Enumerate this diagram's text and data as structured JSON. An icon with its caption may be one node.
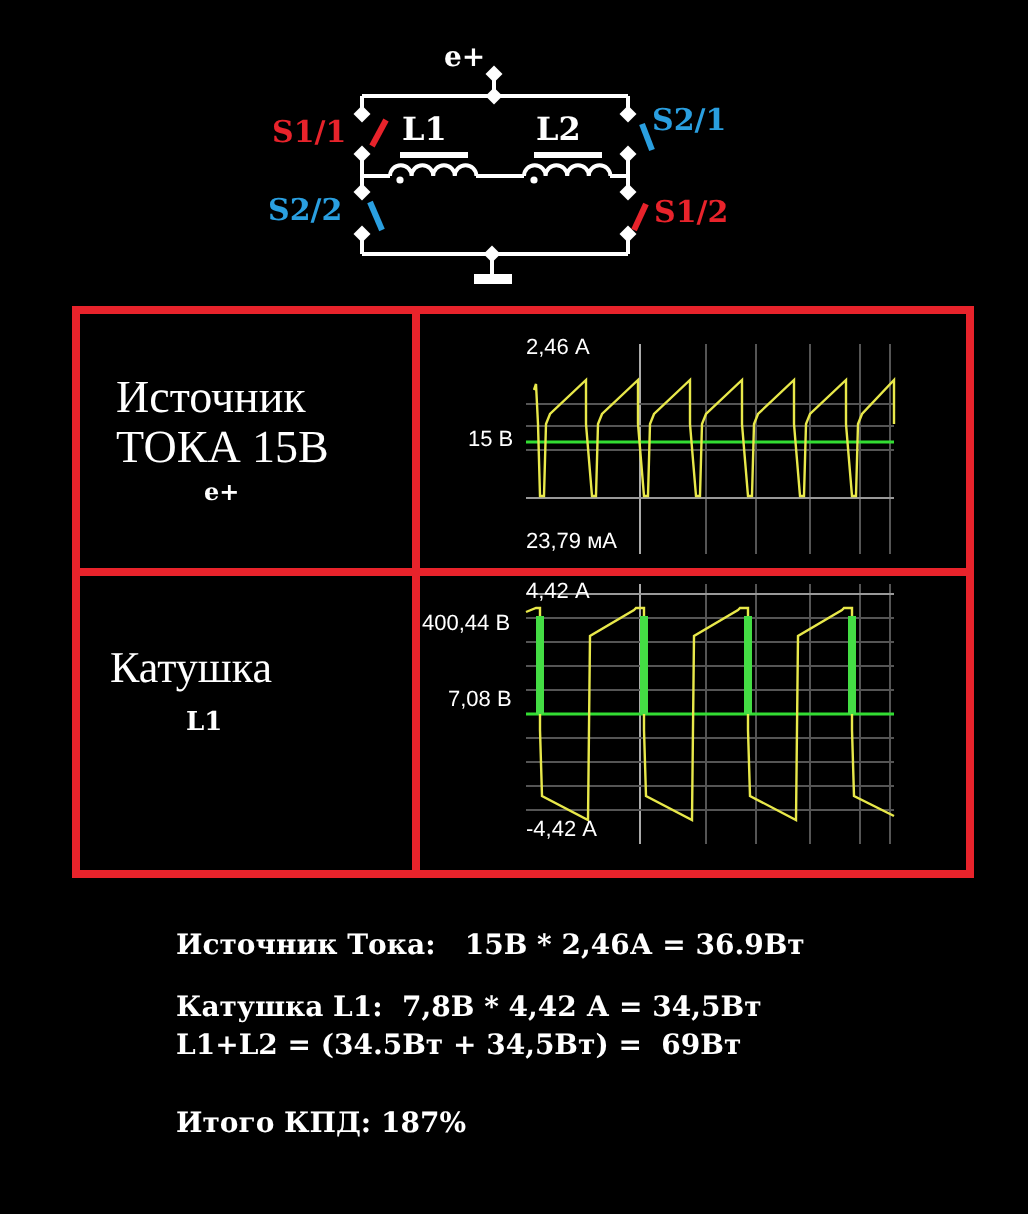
{
  "diagram": {
    "labels": [
      "e+",
      "S1/1",
      "L1",
      "L2",
      "S2/1",
      "S2/2",
      "S1/2",
      "Источник ТОКА 15В",
      "e+",
      "2,46 А",
      "15 В",
      "23,79 мА",
      "Катушка",
      "L1",
      "4,42 А",
      "400,44 В",
      "7,08 В",
      "-4,42 А",
      "Источник Тока:   15В * 2,46А = 36.9Вт",
      "Катушка L1:  7,8В * 4,42 А = 34,5Вт",
      "L1+L2 = (34.5Вт + 34,5Вт) =  69Вт",
      "Итого КПД: 187%"
    ]
  }
}
